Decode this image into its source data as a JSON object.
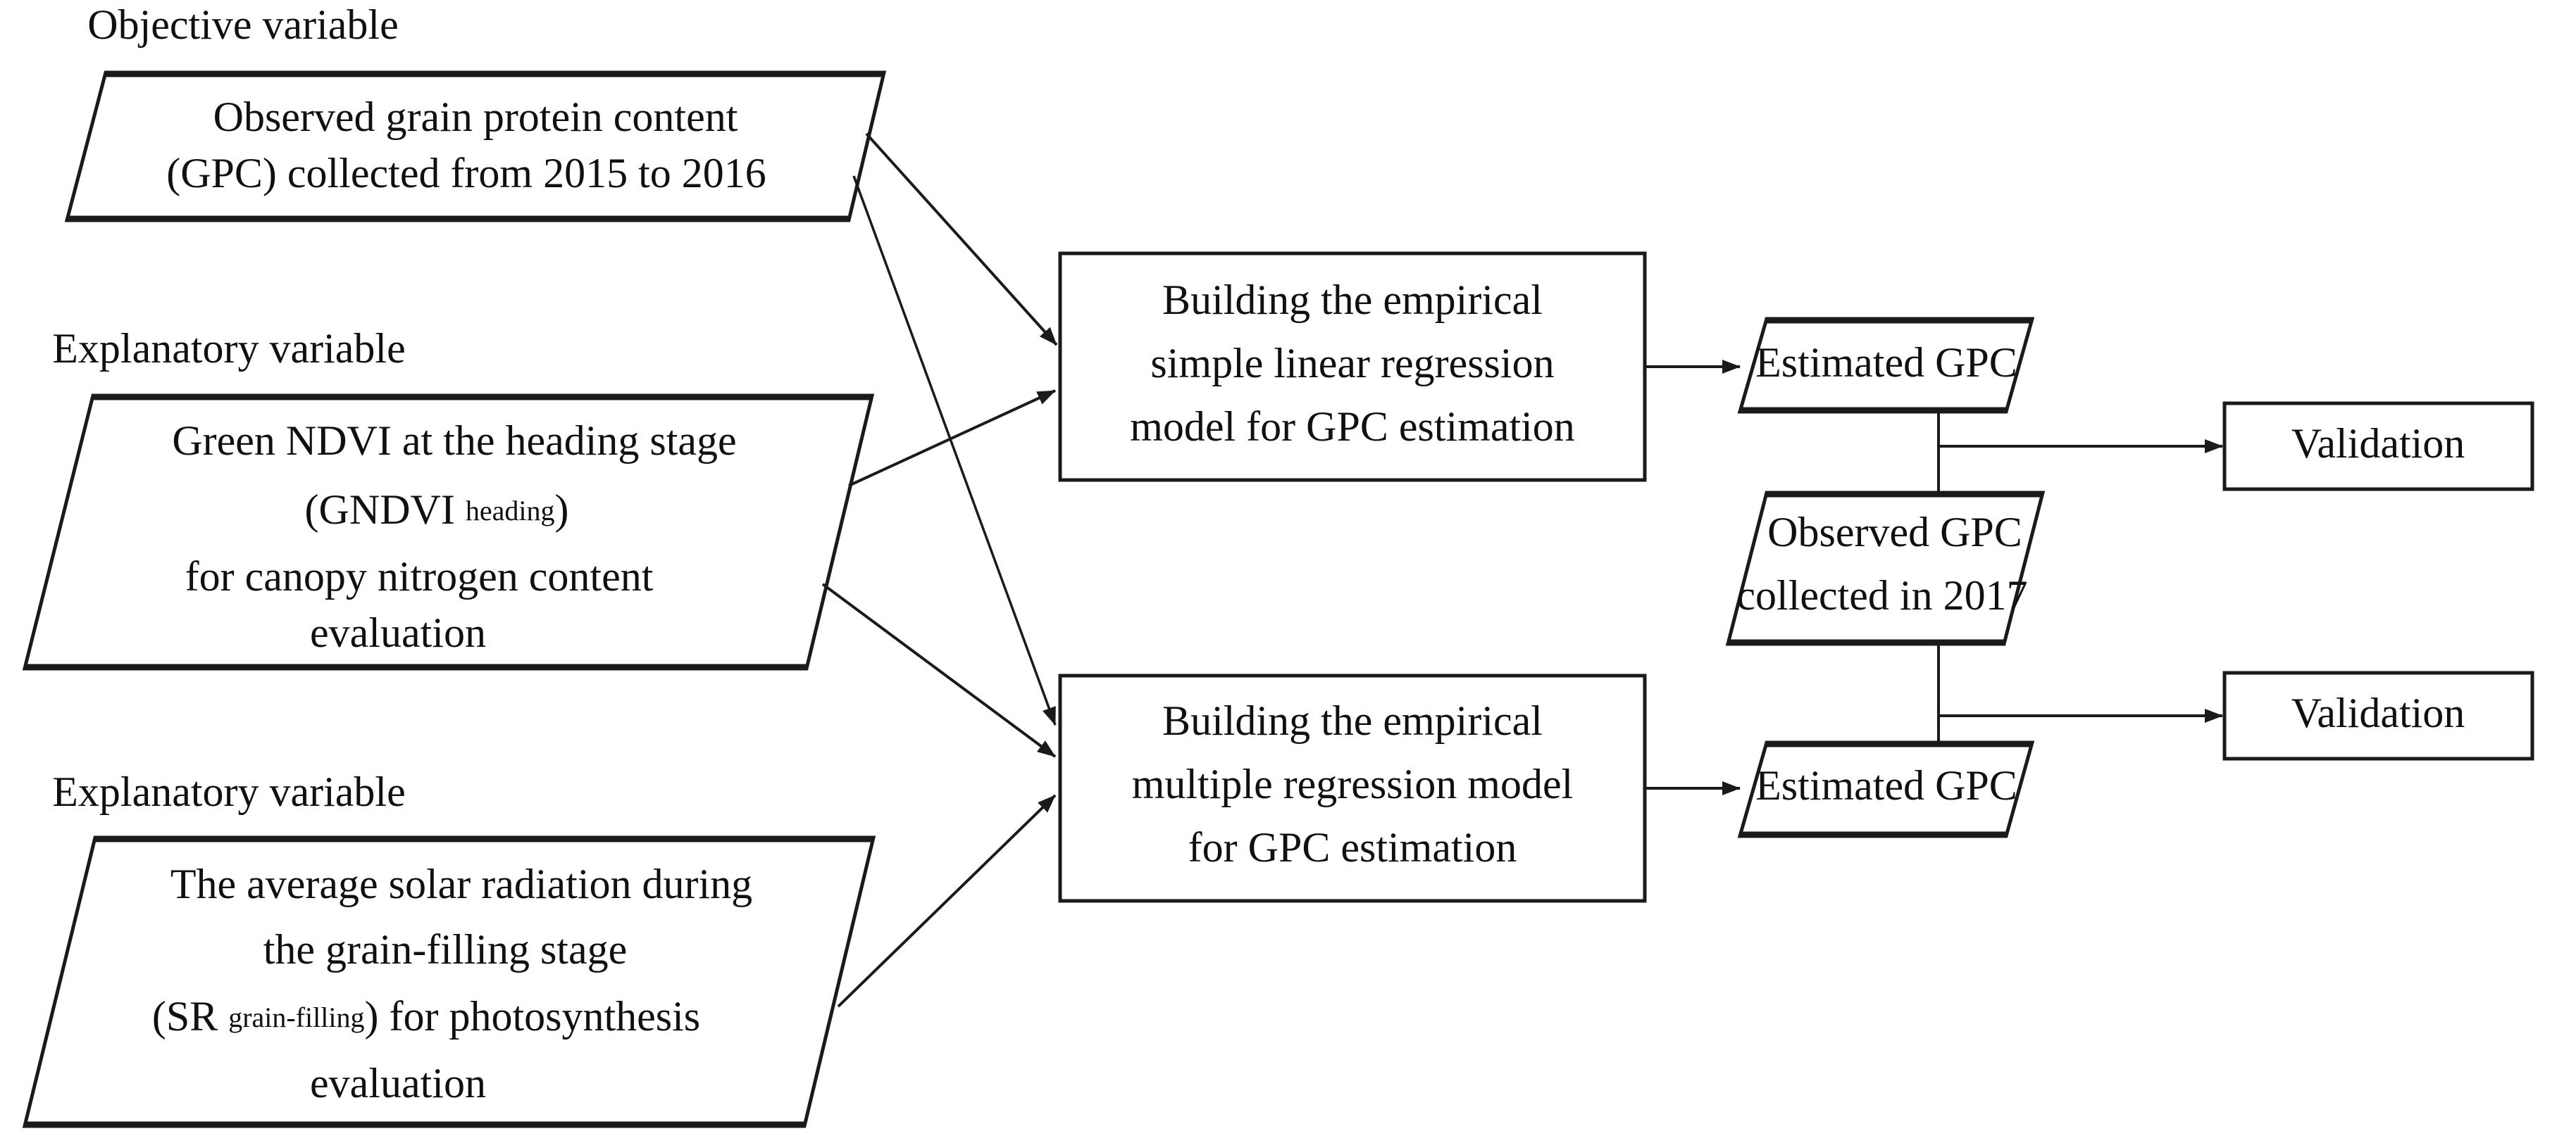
{
  "diagram": {
    "title": "Workflow for empirical GPC estimation and validation",
    "background_color": "#ffffff",
    "line_color": "#1a1a1a",
    "text_color": "#101010"
  },
  "captions": {
    "objective_variable": "Objective variable",
    "explanatory_variable_1": "Explanatory variable",
    "explanatory_variable_2": "Explanatory variable"
  },
  "nodes": {
    "observed_gpc_train": {
      "shape": "parallelogram",
      "lines": [
        "Observed grain protein content",
        "(GPC) collected from 2015 to 2016"
      ]
    },
    "gndvi": {
      "shape": "parallelogram",
      "line1": "Green NDVI at the heading stage",
      "line2_pre": "(GNDVI ",
      "line2_sub": "heading",
      "line2_post": ")",
      "line3": "for canopy nitrogen content",
      "line4": "evaluation"
    },
    "solar_radiation": {
      "shape": "parallelogram",
      "line1": "The average solar radiation during",
      "line2": "the grain-filling stage",
      "line3_pre": "(SR ",
      "line3_sub": "grain-filling",
      "line3_post": ") for photosynthesis",
      "line4": "evaluation"
    },
    "simple_model": {
      "shape": "rectangle",
      "lines": [
        "Building the empirical",
        "simple linear regression",
        "model for GPC estimation"
      ]
    },
    "multiple_model": {
      "shape": "rectangle",
      "lines": [
        "Building the empirical",
        "multiple regression model",
        "for GPC estimation"
      ]
    },
    "estimated_gpc_top": {
      "shape": "parallelogram",
      "label": "Estimated GPC"
    },
    "estimated_gpc_bottom": {
      "shape": "parallelogram",
      "label": "Estimated GPC"
    },
    "observed_gpc_test": {
      "shape": "parallelogram",
      "lines": [
        "Observed GPC",
        "collected in 2017"
      ]
    },
    "validation_top": {
      "shape": "rectangle",
      "label": "Validation"
    },
    "validation_bottom": {
      "shape": "rectangle",
      "label": "Validation"
    }
  },
  "edges": [
    {
      "from": "observed_gpc_train",
      "to": "simple_model",
      "style": "arrow"
    },
    {
      "from": "observed_gpc_train",
      "to": "multiple_model",
      "style": "arrow"
    },
    {
      "from": "gndvi",
      "to": "simple_model",
      "style": "arrow"
    },
    {
      "from": "gndvi",
      "to": "multiple_model",
      "style": "arrow"
    },
    {
      "from": "solar_radiation",
      "to": "multiple_model",
      "style": "arrow"
    },
    {
      "from": "simple_model",
      "to": "estimated_gpc_top",
      "style": "arrow"
    },
    {
      "from": "multiple_model",
      "to": "estimated_gpc_bottom",
      "style": "arrow"
    },
    {
      "from": "estimated_gpc_top",
      "to": "validation_top",
      "style": "arrow-via-junction"
    },
    {
      "from": "observed_gpc_test",
      "to": "validation_top",
      "style": "arrow-via-junction"
    },
    {
      "from": "observed_gpc_test",
      "to": "validation_bottom",
      "style": "arrow-via-junction"
    },
    {
      "from": "estimated_gpc_bottom",
      "to": "validation_bottom",
      "style": "arrow-via-junction"
    }
  ]
}
